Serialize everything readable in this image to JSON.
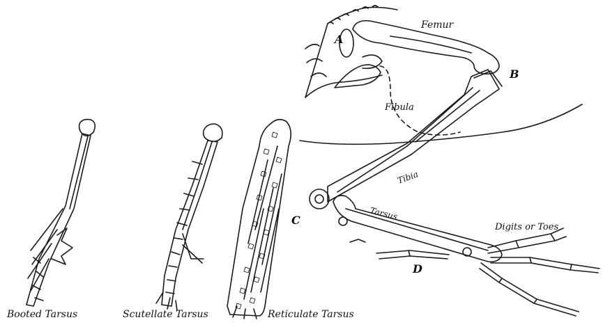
{
  "colors": {
    "ink": "#1a1a1a",
    "paper": "#ffffff"
  },
  "tarsus_types": {
    "booted": "Booted Tarsus",
    "scutellate": "Scutellate Tarsus",
    "reticulate": "Reticulate Tarsus"
  },
  "leg": {
    "point_a": "A",
    "point_b": "B",
    "point_c": "C",
    "point_d": "D",
    "femur": "Femur",
    "fibula": "Fibula",
    "tibia": "Tibia",
    "tarsus": "Tarsus",
    "digits": "Digits or Toes"
  }
}
